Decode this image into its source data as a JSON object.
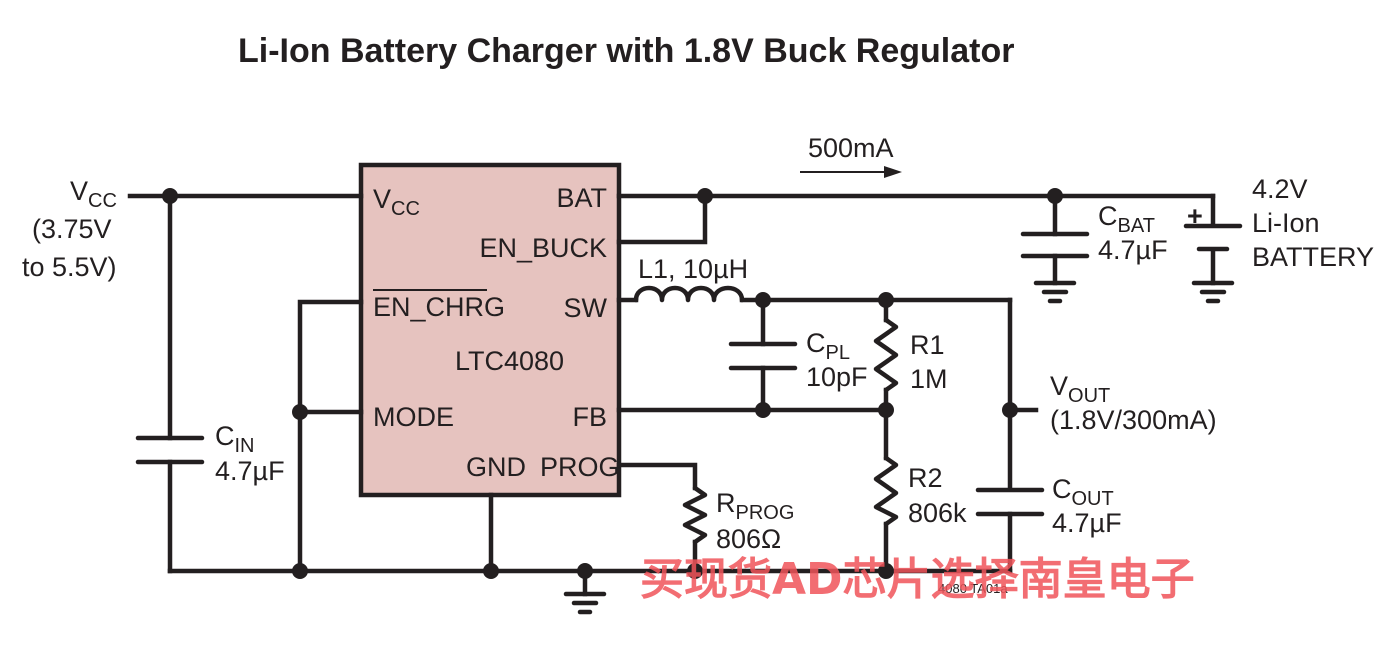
{
  "title": "Li-Ion Battery Charger with 1.8V Buck Regulator",
  "ic": {
    "name": "LTC4080",
    "pins": {
      "vcc": "V",
      "vcc_sub": "CC",
      "en_chrg": "EN_CHRG",
      "mode": "MODE",
      "gnd": "GND",
      "prog": "PROG",
      "bat": "BAT",
      "en_buck": "EN_BUCK",
      "sw": "SW",
      "fb": "FB"
    }
  },
  "vcc_input": {
    "name": "V",
    "name_sub": "CC",
    "range_line1": "(3.75V",
    "range_line2": "to 5.5V)"
  },
  "current_arrow": "500mA",
  "c_in": {
    "name": "C",
    "name_sub": "IN",
    "value": "4.7µF"
  },
  "c_bat": {
    "name": "C",
    "name_sub": "BAT",
    "value": "4.7µF"
  },
  "battery": {
    "polarity": "+",
    "line1": "4.2V",
    "line2": "Li-Ion",
    "line3": "BATTERY"
  },
  "inductor": {
    "label": "L1, 10µH"
  },
  "c_pl": {
    "name": "C",
    "name_sub": "PL",
    "value": "10pF"
  },
  "r1": {
    "name": "R1",
    "value": "1M"
  },
  "r2": {
    "name": "R2",
    "value": "806k"
  },
  "r_prog": {
    "name": "R",
    "name_sub": "PROG",
    "value": "806Ω"
  },
  "vout": {
    "name": "V",
    "name_sub": "OUT",
    "spec": "(1.8V/300mA)"
  },
  "c_out": {
    "name": "C",
    "name_sub": "OUT",
    "value": "4.7µF"
  },
  "figure_code": "4080 TA01a",
  "watermark": "买现货AD芯片选择南皇电子",
  "colors": {
    "ic_fill": "#e6c3bf",
    "ink": "#231f20",
    "watermark": "#f0545a"
  }
}
